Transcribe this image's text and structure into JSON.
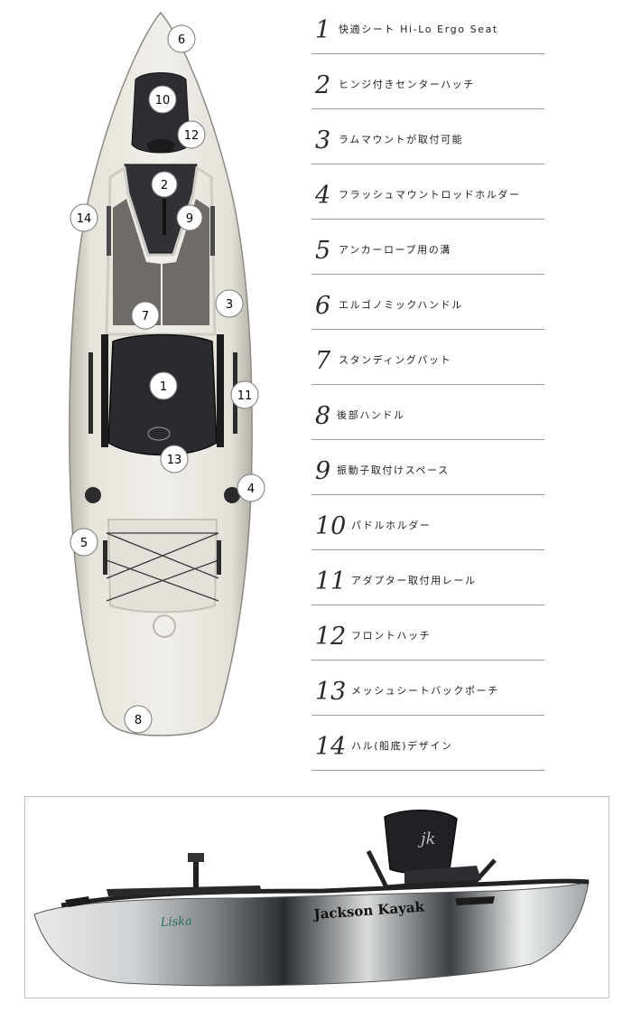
{
  "diagram": {
    "callouts": [
      "1",
      "2",
      "3",
      "4",
      "5",
      "6",
      "7",
      "8",
      "9",
      "10",
      "11",
      "12",
      "13",
      "14"
    ]
  },
  "features": [
    {
      "num": "1",
      "label": "快適シート Hi-Lo Ergo Seat"
    },
    {
      "num": "2",
      "label": "ヒンジ付きセンターハッチ"
    },
    {
      "num": "3",
      "label": "ラムマウントが取付可能"
    },
    {
      "num": "4",
      "label": "フラッシュマウントロッドホルダー"
    },
    {
      "num": "5",
      "label": "アンカーロープ用の溝"
    },
    {
      "num": "6",
      "label": "エルゴノミックハンドル"
    },
    {
      "num": "7",
      "label": "スタンディングパット"
    },
    {
      "num": "8",
      "label": "後部ハンドル"
    },
    {
      "num": "9",
      "label": "振動子取付けスペース"
    },
    {
      "num": "10",
      "label": "パドルホルダー"
    },
    {
      "num": "11",
      "label": "アダプター取付用レール"
    },
    {
      "num": "12",
      "label": "フロントハッチ"
    },
    {
      "num": "13",
      "label": "メッシュシートバックポーチ"
    },
    {
      "num": "14",
      "label": "ハル(船底)デザイン"
    }
  ],
  "side_photo": {
    "hull_brand": "Jackson Kayak",
    "model_mark": "Liska",
    "seat_logo": "jk"
  }
}
